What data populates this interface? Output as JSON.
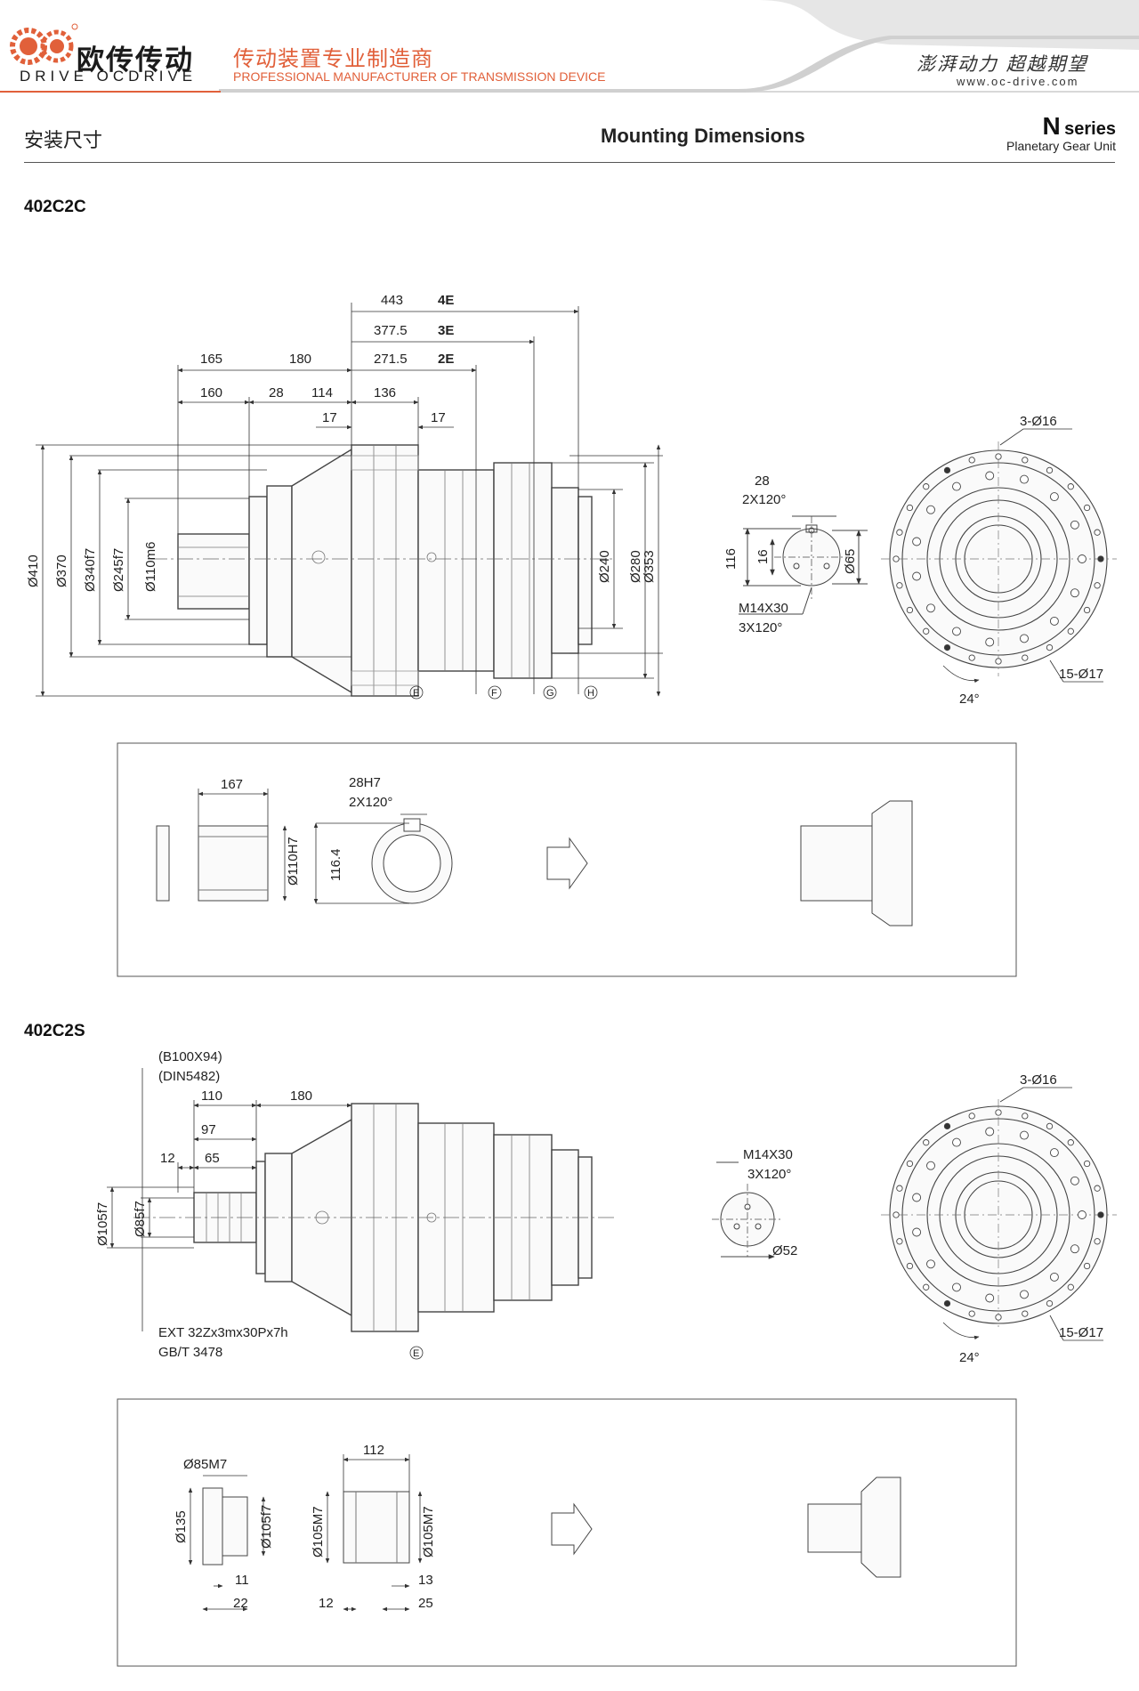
{
  "header": {
    "brand_cn": "欧传传动",
    "brand_en": "DRIVE  OCDRIVE",
    "tagline_cn": "传动装置专业制造商",
    "tagline_en": "PROFESSIONAL MANUFACTURER OF TRANSMISSION DEVICE",
    "slogan": "澎湃动力 超越期望",
    "website": "www.oc-drive.com",
    "accent": "#e1603a"
  },
  "title": {
    "cn": "安装尺寸",
    "en": "Mounting Dimensions",
    "series_code": "N",
    "series_word": "series",
    "series_sub": "Planetary Gear Unit"
  },
  "models": {
    "m1": {
      "name": "402C2C",
      "dims": {
        "len443": "443",
        "v4e": "4E",
        "len377": "377.5",
        "v3e": "3E",
        "len271": "271.5",
        "v2e": "2E",
        "d165": "165",
        "d180": "180",
        "d160": "160",
        "d28": "28",
        "d114": "114",
        "d136": "136",
        "d17a": "17",
        "d17b": "17",
        "phi410": "Ø410",
        "phi370": "Ø370",
        "phi340": "Ø340f7",
        "phi245": "Ø245f7",
        "phi110": "Ø110m6",
        "phi240": "Ø240",
        "phi280": "Ø280",
        "phi353": "Ø353",
        "E": "E",
        "F": "F",
        "G": "G",
        "H": "H"
      },
      "shaft_end": {
        "k28": "28",
        "k2x120": "2X120°",
        "v116": "116",
        "v16": "16",
        "phi65": "Ø65",
        "m14": "M14X30",
        "m3x120": "3X120°"
      },
      "flange": {
        "holes_top": "3-Ø16",
        "holes_bot": "15-Ø17",
        "angle": "24°"
      },
      "hollow": {
        "d167": "167",
        "phi110h7": "Ø110H7",
        "k28h7": "28H7",
        "k2x120": "2X120°",
        "v116_4": "116.4"
      }
    },
    "m2": {
      "name": "402C2S",
      "spline_note_1": "(B100X94)",
      "spline_note_2": "(DIN5482)",
      "dims": {
        "d110": "110",
        "d180": "180",
        "d97": "97",
        "d12": "12",
        "d65": "65",
        "phi105": "Ø105f7",
        "phi85": "Ø85f7",
        "E": "E"
      },
      "spline_spec_1": "EXT 32Zx3mx30Px7h",
      "spline_spec_2": "GB/T 3478",
      "shaft_end": {
        "m14": "M14X30",
        "m3x120": "3X120°",
        "phi52": "Ø52"
      },
      "flange": {
        "holes_top": "3-Ø16",
        "holes_bot": "15-Ø17",
        "angle": "24°"
      },
      "coupling": {
        "phi85m7": "Ø85M7",
        "phi135": "Ø135",
        "phi105f7": "Ø105f7",
        "d11": "11",
        "d22": "22",
        "d112": "112",
        "phi105m7a": "Ø105M7",
        "phi105m7b": "Ø105M7",
        "d13": "13",
        "d12": "12",
        "d25": "25"
      }
    }
  }
}
